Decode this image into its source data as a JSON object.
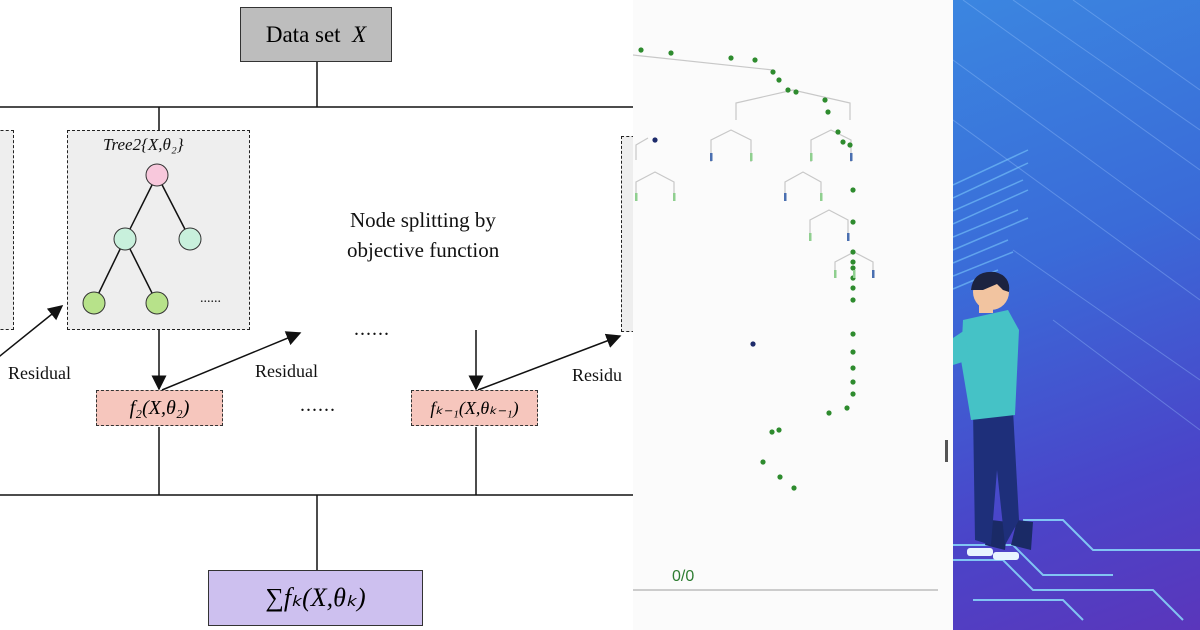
{
  "diagram": {
    "dataset_label": "Data set",
    "dataset_var": "X",
    "tree_label": "Tree2{X,θ₂}",
    "tree_ellipsis": "......",
    "node_splitting_line1": "Node splitting by",
    "node_splitting_line2": "objective function",
    "residual_left": "Residual",
    "residual_middle": "Residual",
    "residual_right": "Residu",
    "dots_upper": "......",
    "dots_lower": "......",
    "f2_label": "f₂(X,θ₂)",
    "fk1_label": "fₖ₋₁(X,θₖ₋₁)",
    "sum_label": "∑fₖ(X,θₖ)"
  },
  "animation": {
    "counter": "0/0"
  },
  "colors": {
    "root_node": "#f8c8dc",
    "mid_node": "#c8f0dc",
    "leaf_node": "#b7e28a",
    "dot_green": "#2e8b2e",
    "dot_navy": "#1d2b6b",
    "bg_gradient_top": "#3b86e0",
    "bg_gradient_bottom": "#5a36bb"
  },
  "illustration": {
    "subject": "person-figure"
  }
}
